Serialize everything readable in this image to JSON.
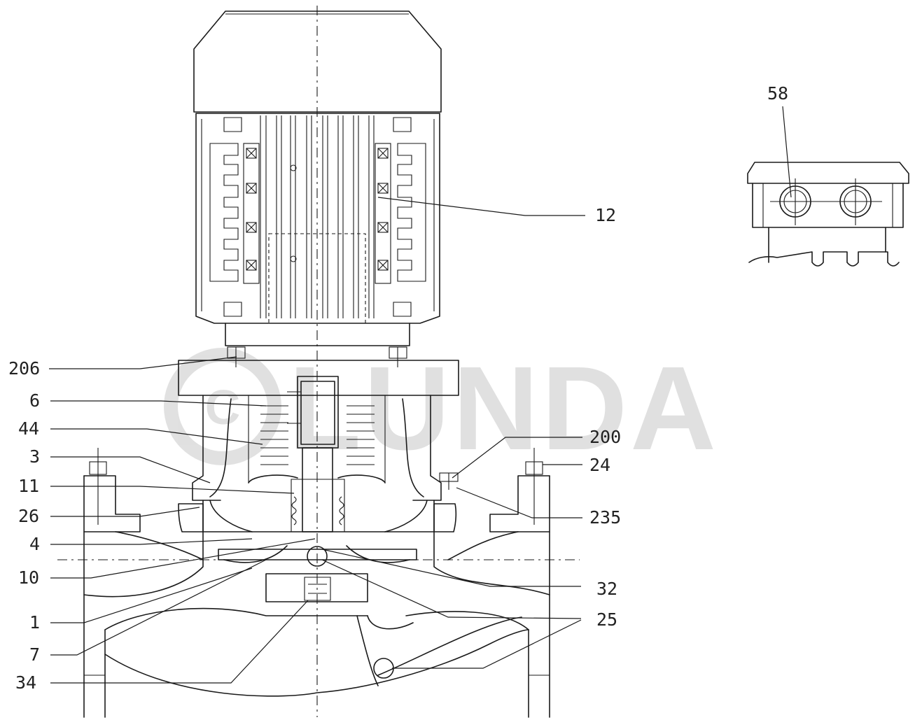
{
  "watermark": {
    "text": "LUNDA",
    "color": "#c8c8c8"
  },
  "part_labels": [
    {
      "id": "12",
      "text": "12"
    },
    {
      "id": "58",
      "text": "58"
    },
    {
      "id": "206",
      "text": "206"
    },
    {
      "id": "6",
      "text": "6"
    },
    {
      "id": "44",
      "text": "44"
    },
    {
      "id": "200",
      "text": "200"
    },
    {
      "id": "3",
      "text": "3"
    },
    {
      "id": "24",
      "text": "24"
    },
    {
      "id": "11",
      "text": "11"
    },
    {
      "id": "26",
      "text": "26"
    },
    {
      "id": "235",
      "text": "235"
    },
    {
      "id": "4",
      "text": "4"
    },
    {
      "id": "10",
      "text": "10"
    },
    {
      "id": "32",
      "text": "32"
    },
    {
      "id": "1",
      "text": "1"
    },
    {
      "id": "25",
      "text": "25"
    },
    {
      "id": "7",
      "text": "7"
    },
    {
      "id": "34",
      "text": "34"
    }
  ]
}
